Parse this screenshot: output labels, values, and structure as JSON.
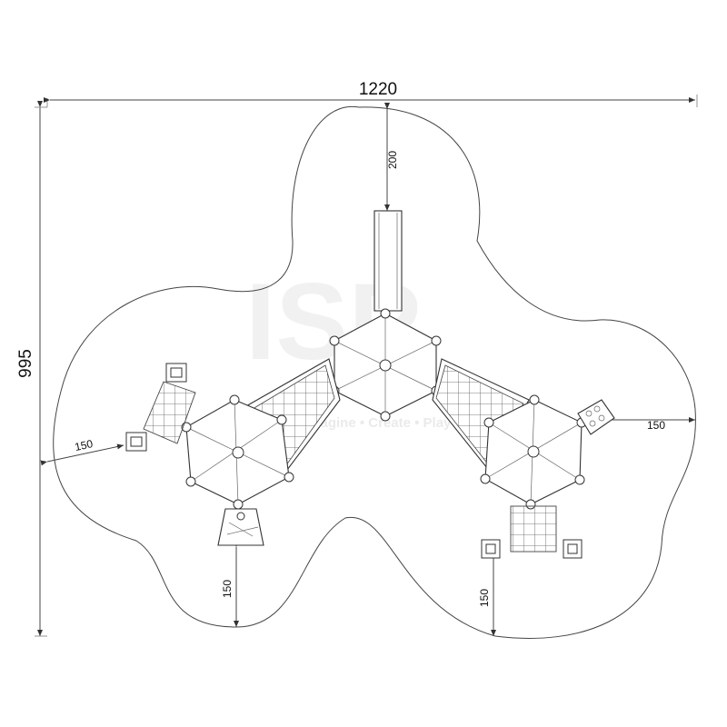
{
  "dimensions": {
    "overall_width": "1220",
    "overall_height": "995",
    "slide_clearance": "200",
    "left_clearance": "150",
    "right_clearance": "150",
    "bottom_left_clearance": "150",
    "bottom_right_clearance": "150"
  },
  "watermark": {
    "logo_letters": "ISP",
    "tagline": "Imagine • Create • Play"
  },
  "colors": {
    "line": "#444444",
    "background": "#ffffff",
    "watermark": "#e6e6e6"
  }
}
